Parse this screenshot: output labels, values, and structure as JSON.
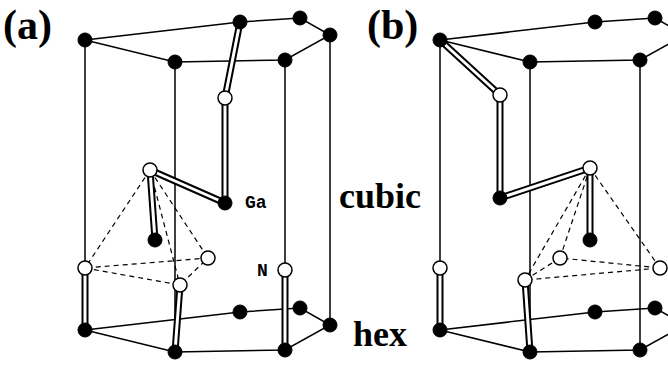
{
  "diagram": {
    "labels": [
      "(a)",
      "(b)",
      "Ga",
      "cubic",
      "N",
      "hex"
    ]
  }
}
